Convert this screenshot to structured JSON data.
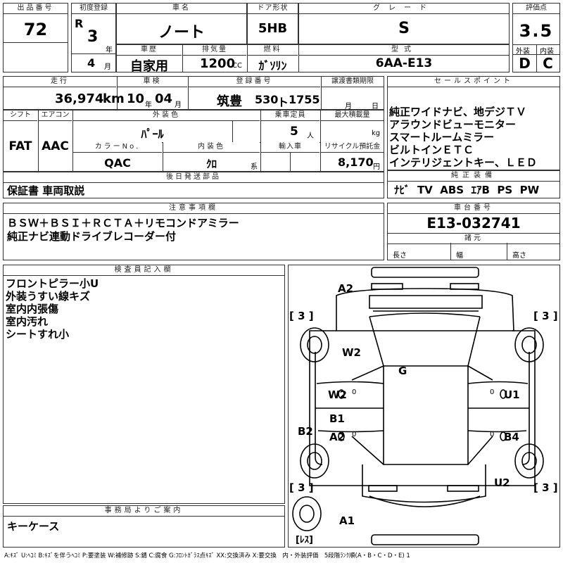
{
  "headers": {
    "lot_no": "出品番号",
    "first_reg": "初度登録",
    "car_name": "車名",
    "door": "ドア形状",
    "grade": "グレード",
    "score": "評価点",
    "history": "車歴",
    "displacement": "排気量",
    "fuel": "燃料",
    "model_type": "型式",
    "exterior": "外装",
    "interior": "内装",
    "mileage": "走行",
    "inspection": "車検",
    "reg_no": "登録番号",
    "transfer_docs": "譲渡書類期限",
    "sales_points": "セールスポイント",
    "shift": "シフト",
    "aircon": "エアコン",
    "ext_color": "外装色",
    "capacity": "乗車定員",
    "max_load": "最大積載量",
    "color_no": "カラーNo.",
    "int_color": "内装色",
    "import": "輸入車",
    "recycle": "リサイクル預託金",
    "later_parts": "後日発送部品",
    "genuine_equip": "純正装備",
    "notes": "注意事項欄",
    "chassis_no": "車台番号",
    "specs": "諸元",
    "inspector": "検査員記入欄",
    "office": "事務局よりご案内"
  },
  "lot_no": "72",
  "first_reg": {
    "era": "R",
    "year": "3",
    "year_unit": "年",
    "month": "4",
    "month_unit": "月"
  },
  "car_name": "ノート",
  "door": "5HB",
  "grade": "S",
  "score": "3.5",
  "history": "自家用",
  "displacement": "1200",
  "displacement_unit": "CC",
  "fuel": "ｶﾞｿﾘﾝ",
  "model_type": "6AA-E13",
  "exterior_score": "D",
  "interior_score": "C",
  "mileage": "36,974",
  "mileage_unit": "km",
  "inspection": {
    "year": "10",
    "year_unit": "年",
    "month": "04",
    "month_unit": "月"
  },
  "reg_no": {
    "area": "筑豊",
    "class": "530",
    "kana": "ト",
    "number": "1755"
  },
  "transfer_docs": {
    "month_unit": "月",
    "day_unit": "日"
  },
  "sales_points": [
    "純正ワイドナビ、地デジＴＶ",
    "アラウンドビューモニター",
    "スマートルームミラー",
    "ビルトインＥＴＣ",
    "インテリジェントキー、ＬＥＤ"
  ],
  "shift": "FAT",
  "aircon": "AAC",
  "ext_color": "ﾊﾟｰﾙ",
  "capacity": "5",
  "capacity_unit": "人",
  "max_load_unit": "kg",
  "color_no": "QAC",
  "int_color": "ｸﾛ",
  "int_color_unit": "系",
  "recycle": "8,170",
  "recycle_unit": "円",
  "later_parts": "保証書 車両取説",
  "genuine_equip": "ﾅﾋﾞ  TV  ABS  ｴｱB  PS  PW",
  "notes": [
    "ＢＳＷ＋ＢＳＩ＋ＲＣＴＡ＋リモコンドアミラー",
    "純正ナビ連動ドライブレコーダー付"
  ],
  "chassis_no": "E13-032741",
  "specs": {
    "length": "長さ",
    "width": "幅",
    "height": "高さ"
  },
  "inspector_notes": [
    "フロントピラー小U",
    "外装うすい線キズ",
    "室内内張傷",
    "室内汚れ",
    "シートすれ小"
  ],
  "office_text": "キーケース",
  "diagram_marks": {
    "a2_top": "A2",
    "w2_upper": "W2",
    "g": "G",
    "w2_left": "W2",
    "u1": "U1",
    "b1": "B1",
    "a2_left": "A2",
    "b4": "B4",
    "b2": "B2",
    "u2": "U2",
    "a1": "A1",
    "tire_fl": "[ 3 ]",
    "tire_fr": "[ 3 ]",
    "tire_rl": "[ 3 ]",
    "tire_rr": "[ 3 ]",
    "spare": "[ﾚｽ]",
    "zero": "0"
  },
  "legend": "A:ｷｽﾞ U:ﾍｺﾐ B:ｷｽﾞを伴うﾍｺﾐ P:要塗装 W:補修跡 S:錆 C:腐食 G:ﾌﾛﾝﾄｶﾞﾗｽ点ｷｽﾞ XX:交換済み X:要交換　内・外装評価　5段階ﾗﾝｸ順(A・B・C・D・E) 1"
}
